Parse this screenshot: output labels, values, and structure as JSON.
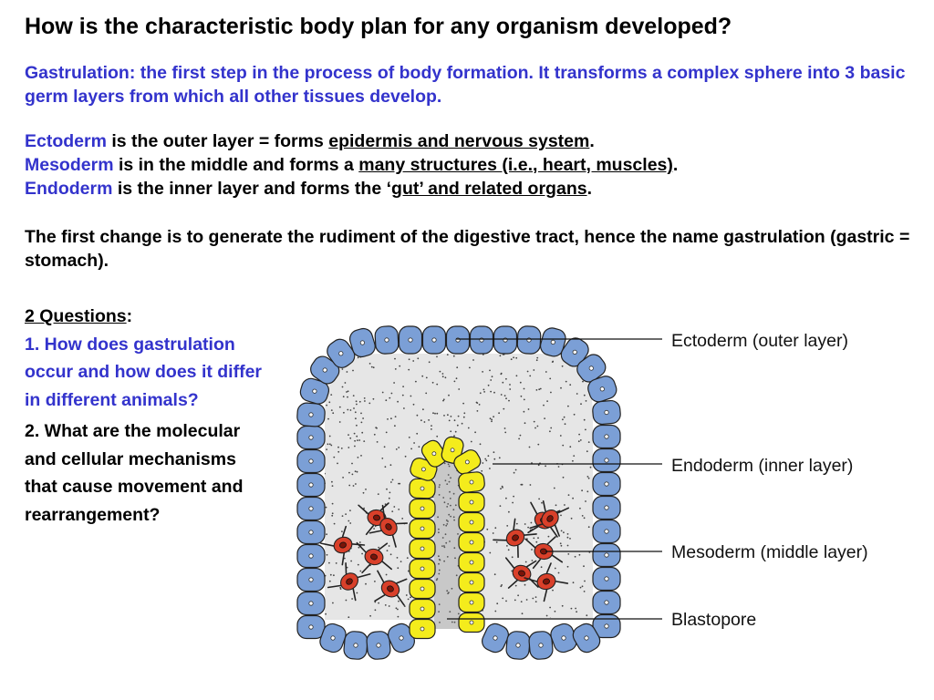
{
  "title": "How is the characteristic body plan for any organism developed?",
  "intro": "Gastrulation: the first step in the process of body formation. It transforms a complex sphere into 3 basic germ layers from which all other tissues develop.",
  "layers": {
    "ecto": {
      "term": "Ectoderm",
      "pre": " is the outer layer = forms ",
      "link": "epidermis and nervous system",
      "post": "."
    },
    "meso": {
      "term": "Mesoderm",
      "pre": " is in the middle and forms a ",
      "link": "many structures (i.e., heart, muscles)",
      "post": "."
    },
    "endo": {
      "term": "Endoderm",
      "pre": " is the inner layer and forms the ‘",
      "link": "gut’ and related organs",
      "post": "."
    }
  },
  "first_change": "The first change is to generate the rudiment of the digestive tract, hence the name gastrulation (gastric = stomach).",
  "questions": {
    "heading": "2 Questions",
    "colon": ":",
    "q1": "1. How does gastrulation occur and how does it differ in different animals?",
    "q2": "2. What are the molecular and cellular mechanisms that cause movement and rearrangement?"
  },
  "diagram": {
    "labels": {
      "ectoderm": "Ectoderm (outer layer)",
      "endoderm": "Endoderm (inner layer)",
      "mesoderm": "Mesoderm (middle layer)",
      "blastopore": "Blastopore"
    },
    "colors": {
      "ectoderm": "#7b9fd6",
      "endoderm": "#f4ec1c",
      "mesoderm": "#d9402a",
      "interior": "#e6e6e6",
      "blastopore": "#c8c8c8"
    }
  }
}
